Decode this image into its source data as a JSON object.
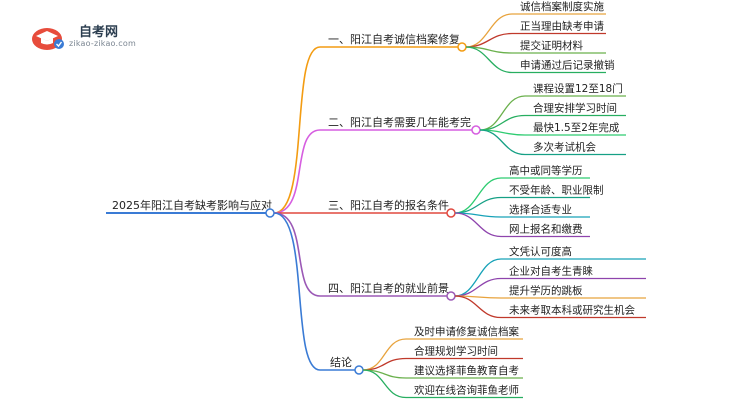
{
  "logo": {
    "title": "自考网",
    "url": "zikao-zikao.com"
  },
  "mindmap": {
    "root": "2025年阳江自考缺考影响与应对",
    "branches": [
      {
        "label": "一、阳江自考诚信档案修复",
        "color": "#f39c12",
        "children": [
          "诚信档案制度实施",
          "正当理由缺考申请",
          "提交证明材料",
          "申请通过后记录撤销"
        ]
      },
      {
        "label": "二、阳江自考需要几年能考完",
        "color": "#d65ee0",
        "children": [
          "课程设置12至18门",
          "合理安排学习时间",
          "最快1.5至2年完成",
          "多次考试机会"
        ]
      },
      {
        "label": "三、阳江自考的报名条件",
        "color": "#e0483f",
        "children": [
          "高中或同等学历",
          "不受年龄、职业限制",
          "选择合适专业",
          "网上报名和缴费"
        ]
      },
      {
        "label": "四、阳江自考的就业前景",
        "color": "#9b59b6",
        "children": [
          "文凭认可度高",
          "企业对自考生青睐",
          "提升学历的跳板",
          "未来考取本科或研究生机会"
        ]
      },
      {
        "label": "结论",
        "color": "#3a7bd5",
        "children": [
          "及时申请修复诚信档案",
          "合理规划学习时间",
          "建议选择菲鱼教育自考",
          "欢迎在线咨询菲鱼老师"
        ]
      }
    ],
    "child_colors": [
      "#e8a33d",
      "#c0392b",
      "#6ab04c",
      "#27ae60",
      "#2ecc71",
      "#16a085",
      "#17a2b8",
      "#8e44ad"
    ]
  }
}
